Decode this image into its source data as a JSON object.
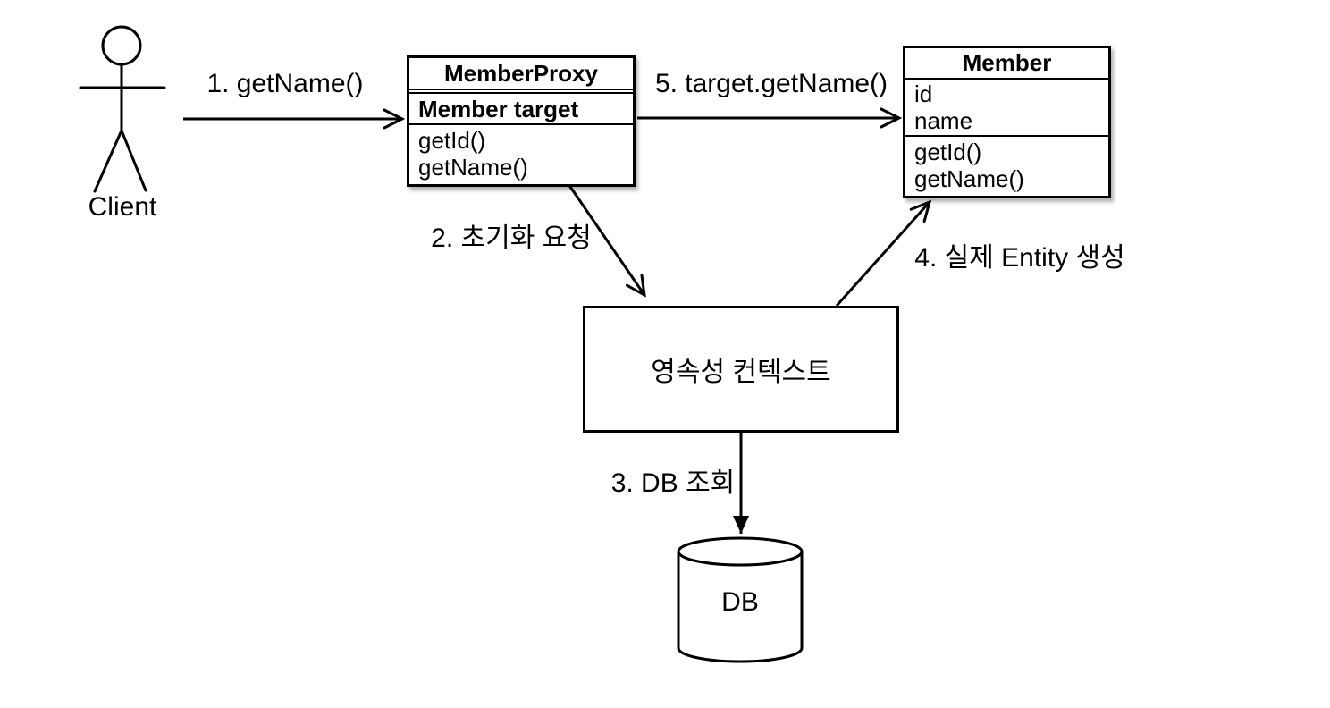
{
  "diagram": {
    "actor": {
      "label": "Client"
    },
    "proxy_class": {
      "name": "MemberProxy",
      "field": "Member target",
      "methods": [
        "getId()",
        "getName()"
      ]
    },
    "entity_class": {
      "name": "Member",
      "attributes": [
        "id",
        "name"
      ],
      "methods": [
        "getId()",
        "getName()"
      ]
    },
    "persistence_context": {
      "label": "영속성 컨텍스트"
    },
    "database": {
      "label": "DB"
    },
    "messages": {
      "m1": "1. getName()",
      "m2": "2. 초기화 요청",
      "m3": "3. DB 조회",
      "m4": "4. 실제 Entity 생성",
      "m5": "5. target.getName()"
    },
    "colors": {
      "stroke": "#000000",
      "background": "#ffffff",
      "box_fill": "#ffffff"
    }
  }
}
